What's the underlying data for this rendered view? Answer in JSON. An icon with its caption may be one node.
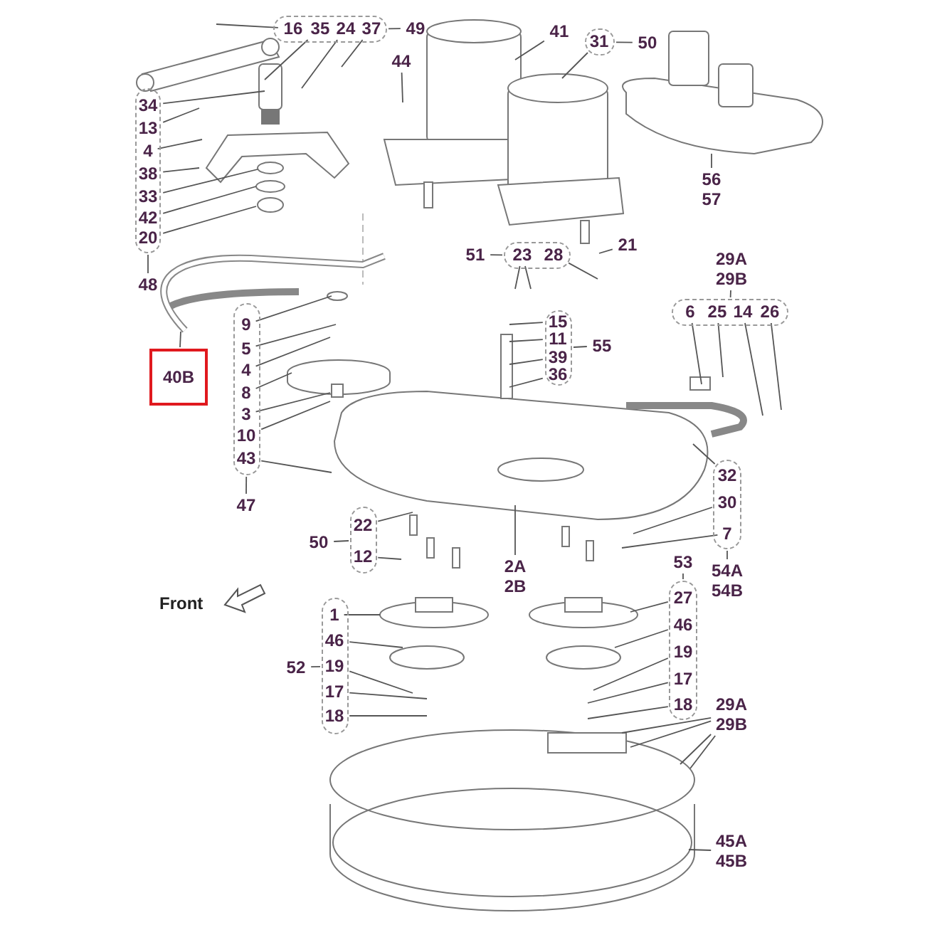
{
  "diagram": {
    "nodes": [
      {
        "text": [],
        "shape": "capsule"
      },
      {
        "text": [
          "16"
        ],
        "in": 0
      },
      {
        "text": [
          "35"
        ],
        "in": 0
      },
      {
        "text": [
          "24"
        ],
        "in": 0
      },
      {
        "text": [
          "37"
        ],
        "in": 0
      },
      {
        "text": [
          "49"
        ]
      },
      {
        "text": [],
        "shape": "capsule"
      },
      {
        "text": [
          "34"
        ],
        "in": 6
      },
      {
        "text": [
          "13"
        ],
        "in": 6
      },
      {
        "text": [
          "4"
        ],
        "in": 6
      },
      {
        "text": [
          "38"
        ],
        "in": 6
      },
      {
        "text": [
          "33"
        ],
        "in": 6
      },
      {
        "text": [
          "42"
        ],
        "in": 6
      },
      {
        "text": [
          "20"
        ],
        "in": 6
      },
      {
        "text": [
          "48"
        ]
      },
      {
        "text": [
          "44"
        ]
      },
      {
        "text": [
          "41"
        ]
      },
      {
        "text": [],
        "shape": "capsule"
      },
      {
        "text": [
          "31"
        ],
        "in": 17
      },
      {
        "text": [
          "50"
        ]
      },
      {
        "text": [
          "56",
          "57"
        ]
      },
      {
        "text": [
          "40B"
        ]
      },
      {
        "text": [
          "51"
        ]
      },
      {
        "text": [],
        "shape": "capsule"
      },
      {
        "text": [
          "23"
        ],
        "in": 23
      },
      {
        "text": [
          "28"
        ],
        "in": 23
      },
      {
        "text": [
          "21"
        ]
      },
      {
        "text": [
          "29A",
          "29B"
        ]
      },
      {
        "text": [],
        "shape": "capsule"
      },
      {
        "text": [
          "6"
        ],
        "in": 28
      },
      {
        "text": [
          "25"
        ],
        "in": 28
      },
      {
        "text": [
          "14"
        ],
        "in": 28
      },
      {
        "text": [
          "26"
        ],
        "in": 28
      },
      {
        "text": [],
        "shape": "capsule"
      },
      {
        "text": [
          "9"
        ],
        "in": 33
      },
      {
        "text": [
          "5"
        ],
        "in": 33
      },
      {
        "text": [
          "4"
        ],
        "in": 33
      },
      {
        "text": [
          "8"
        ],
        "in": 33
      },
      {
        "text": [
          "3"
        ],
        "in": 33
      },
      {
        "text": [
          "10"
        ],
        "in": 33
      },
      {
        "text": [
          "43"
        ],
        "in": 33
      },
      {
        "text": [
          "47"
        ]
      },
      {
        "text": [],
        "shape": "capsule"
      },
      {
        "text": [
          "15"
        ],
        "in": 42
      },
      {
        "text": [
          "11"
        ],
        "in": 42
      },
      {
        "text": [
          "39"
        ],
        "in": 42
      },
      {
        "text": [
          "36"
        ],
        "in": 42
      },
      {
        "text": [
          "55"
        ]
      },
      {
        "text": [],
        "shape": "capsule"
      },
      {
        "text": [
          "32"
        ],
        "in": 48
      },
      {
        "text": [
          "30"
        ],
        "in": 48
      },
      {
        "text": [
          "7"
        ],
        "in": 48
      },
      {
        "text": [
          "54A",
          "54B"
        ]
      },
      {
        "text": [
          "2A",
          "2B"
        ]
      },
      {
        "text": [],
        "shape": "capsule"
      },
      {
        "text": [
          "22"
        ],
        "in": 54
      },
      {
        "text": [
          "12"
        ],
        "in": 54
      },
      {
        "text": [
          "50"
        ]
      },
      {
        "text": [],
        "shape": "capsule"
      },
      {
        "text": [
          "1"
        ],
        "in": 58
      },
      {
        "text": [
          "46"
        ],
        "in": 58
      },
      {
        "text": [
          "19"
        ],
        "in": 58
      },
      {
        "text": [
          "17"
        ],
        "in": 58
      },
      {
        "text": [
          "18"
        ],
        "in": 58
      },
      {
        "text": [
          "52"
        ]
      },
      {
        "text": [
          "53"
        ]
      },
      {
        "text": [],
        "shape": "capsule"
      },
      {
        "text": [
          "27"
        ],
        "in": 66
      },
      {
        "text": [
          "46"
        ],
        "in": 66
      },
      {
        "text": [
          "19"
        ],
        "in": 66
      },
      {
        "text": [
          "17"
        ],
        "in": 66
      },
      {
        "text": [
          "18"
        ],
        "in": 66
      },
      {
        "text": [
          "29A",
          "29B"
        ]
      },
      {
        "text": [
          "45A",
          "45B"
        ]
      }
    ],
    "edges": [
      {
        "from": 1,
        "to": null,
        "arrow": "none"
      },
      {
        "from": 2,
        "to": null,
        "arrow": "none"
      },
      {
        "from": 3,
        "to": null,
        "arrow": "none"
      },
      {
        "from": 4,
        "to": null,
        "arrow": "none"
      },
      {
        "from": 5,
        "to": 0,
        "arrow": "none"
      },
      {
        "from": 7,
        "to": null,
        "arrow": "none"
      },
      {
        "from": 8,
        "to": null,
        "arrow": "none"
      },
      {
        "from": 9,
        "to": null,
        "arrow": "none"
      },
      {
        "from": 10,
        "to": null,
        "arrow": "none"
      },
      {
        "from": 11,
        "to": null,
        "arrow": "none"
      },
      {
        "from": 12,
        "to": null,
        "arrow": "none"
      },
      {
        "from": 13,
        "to": null,
        "arrow": "none"
      },
      {
        "from": 14,
        "to": 6,
        "arrow": "none"
      },
      {
        "from": 15,
        "to": null,
        "arrow": "none"
      },
      {
        "from": 16,
        "to": null,
        "arrow": "none"
      },
      {
        "from": 18,
        "to": null,
        "arrow": "none"
      },
      {
        "from": 19,
        "to": 17,
        "arrow": "none"
      },
      {
        "from": 20,
        "to": null,
        "arrow": "none"
      },
      {
        "from": 21,
        "to": null,
        "arrow": "none"
      },
      {
        "from": 22,
        "to": 23,
        "arrow": "none"
      },
      {
        "from": 24,
        "to": null,
        "arrow": "none"
      },
      {
        "from": 24,
        "to": null,
        "arrow": "none"
      },
      {
        "from": 25,
        "to": null,
        "arrow": "none"
      },
      {
        "from": 26,
        "to": null,
        "arrow": "none"
      },
      {
        "from": 27,
        "to": 28,
        "arrow": "none"
      },
      {
        "from": 29,
        "to": null,
        "arrow": "none"
      },
      {
        "from": 30,
        "to": null,
        "arrow": "none"
      },
      {
        "from": 31,
        "to": null,
        "arrow": "none"
      },
      {
        "from": 32,
        "to": null,
        "arrow": "none"
      },
      {
        "from": 34,
        "to": null,
        "arrow": "none"
      },
      {
        "from": 35,
        "to": null,
        "arrow": "none"
      },
      {
        "from": 36,
        "to": null,
        "arrow": "none"
      },
      {
        "from": 37,
        "to": null,
        "arrow": "none"
      },
      {
        "from": 38,
        "to": null,
        "arrow": "none"
      },
      {
        "from": 39,
        "to": null,
        "arrow": "none"
      },
      {
        "from": 40,
        "to": null,
        "arrow": "none"
      },
      {
        "from": 41,
        "to": 33,
        "arrow": "none"
      },
      {
        "from": 43,
        "to": null,
        "arrow": "none"
      },
      {
        "from": 44,
        "to": null,
        "arrow": "none"
      },
      {
        "from": 45,
        "to": null,
        "arrow": "none"
      },
      {
        "from": 46,
        "to": null,
        "arrow": "none"
      },
      {
        "from": 47,
        "to": 42,
        "arrow": "none"
      },
      {
        "from": 49,
        "to": null,
        "arrow": "none"
      },
      {
        "from": 50,
        "to": null,
        "arrow": "none"
      },
      {
        "from": 51,
        "to": null,
        "arrow": "none"
      },
      {
        "from": 52,
        "to": 48,
        "arrow": "none"
      },
      {
        "from": 53,
        "to": null,
        "arrow": "none"
      },
      {
        "from": 55,
        "to": null,
        "arrow": "none"
      },
      {
        "from": 56,
        "to": null,
        "arrow": "none"
      },
      {
        "from": 57,
        "to": 54,
        "arrow": "none"
      },
      {
        "from": 59,
        "to": null,
        "arrow": "none"
      },
      {
        "from": 60,
        "to": null,
        "arrow": "none"
      },
      {
        "from": 61,
        "to": null,
        "arrow": "none"
      },
      {
        "from": 62,
        "to": null,
        "arrow": "none"
      },
      {
        "from": 63,
        "to": null,
        "arrow": "none"
      },
      {
        "from": 64,
        "to": 58,
        "arrow": "none"
      },
      {
        "from": 65,
        "to": 66,
        "arrow": "none"
      },
      {
        "from": 67,
        "to": null,
        "arrow": "none"
      },
      {
        "from": 68,
        "to": null,
        "arrow": "none"
      },
      {
        "from": 69,
        "to": null,
        "arrow": "none"
      },
      {
        "from": 70,
        "to": null,
        "arrow": "none"
      },
      {
        "from": 71,
        "to": null,
        "arrow": "none"
      },
      {
        "from": 72,
        "to": null,
        "arrow": "none"
      },
      {
        "from": 72,
        "to": null,
        "arrow": "none"
      },
      {
        "from": 72,
        "to": null,
        "arrow": "none"
      },
      {
        "from": 72,
        "to": null,
        "arrow": "none"
      },
      {
        "from": 73,
        "to": null,
        "arrow": "none"
      }
    ],
    "labels": [
      "Front"
    ]
  }
}
